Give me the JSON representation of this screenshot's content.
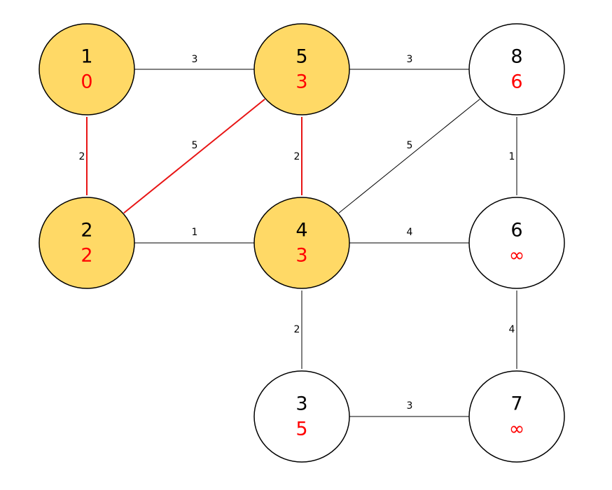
{
  "colors": {
    "visited_fill": "#FFD966",
    "unvisited_fill": "#FFFFFF",
    "node_stroke": "#000000",
    "distance_text": "#FF0000",
    "tree_edge": "#E81414",
    "normal_edge": "#000000"
  },
  "nodes": [
    {
      "id": "1",
      "dist": "0",
      "visited": true
    },
    {
      "id": "5",
      "dist": "3",
      "visited": true
    },
    {
      "id": "8",
      "dist": "6",
      "visited": false
    },
    {
      "id": "2",
      "dist": "2",
      "visited": true
    },
    {
      "id": "4",
      "dist": "3",
      "visited": true
    },
    {
      "id": "6",
      "dist": "∞",
      "visited": false
    },
    {
      "id": "3",
      "dist": "5",
      "visited": false
    },
    {
      "id": "7",
      "dist": "∞",
      "visited": false
    }
  ],
  "edges": [
    {
      "from": "1",
      "to": "5",
      "weight": "3",
      "tree": false
    },
    {
      "from": "5",
      "to": "8",
      "weight": "3",
      "tree": false
    },
    {
      "from": "1",
      "to": "2",
      "weight": "2",
      "tree": true
    },
    {
      "from": "2",
      "to": "5",
      "weight": "5",
      "tree": true
    },
    {
      "from": "5",
      "to": "4",
      "weight": "2",
      "tree": true
    },
    {
      "from": "4",
      "to": "8",
      "weight": "5",
      "tree": false
    },
    {
      "from": "8",
      "to": "6",
      "weight": "1",
      "tree": false
    },
    {
      "from": "2",
      "to": "4",
      "weight": "1",
      "tree": false
    },
    {
      "from": "4",
      "to": "6",
      "weight": "4",
      "tree": false
    },
    {
      "from": "4",
      "to": "3",
      "weight": "2",
      "tree": false
    },
    {
      "from": "6",
      "to": "7",
      "weight": "4",
      "tree": false
    },
    {
      "from": "3",
      "to": "7",
      "weight": "3",
      "tree": false
    }
  ]
}
